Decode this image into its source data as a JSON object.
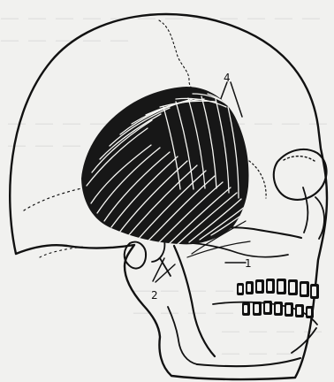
{
  "labels": {
    "one": "1",
    "two": "2",
    "four": "4"
  },
  "colors": {
    "background": "#f1f1ef",
    "ink": "#111111",
    "muscle": "#171717",
    "ghost_text": "#7f7f7f"
  }
}
